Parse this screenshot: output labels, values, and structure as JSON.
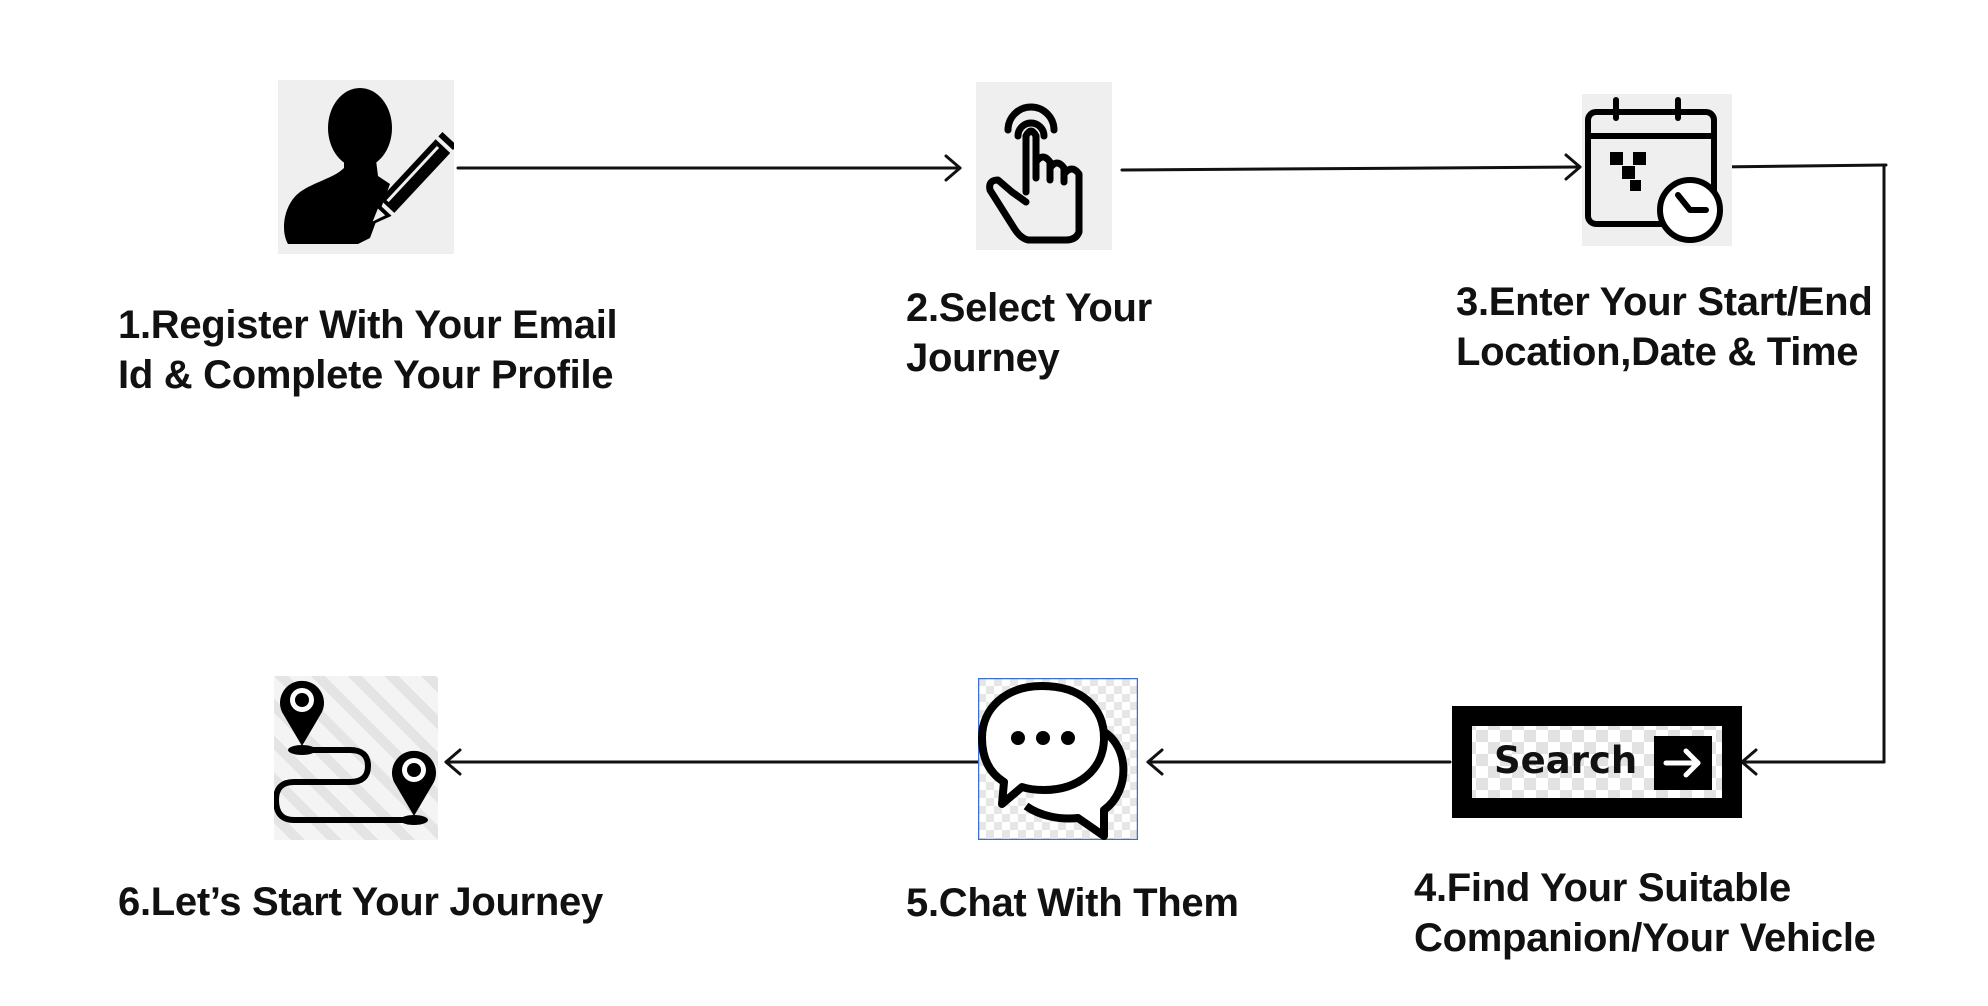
{
  "steps": [
    {
      "id": "register",
      "icon": "user-edit-icon",
      "lines": [
        "1.Register With Your Email",
        "Id & Complete Your Profile"
      ]
    },
    {
      "id": "select-journey",
      "icon": "tap-hand-icon",
      "lines": [
        "2.Select Your",
        "Journey"
      ]
    },
    {
      "id": "enter-details",
      "icon": "calendar-clock-icon",
      "lines": [
        "3.Enter Your Start/End",
        "Location,Date & Time"
      ]
    },
    {
      "id": "find-companion",
      "icon": "search-button-icon",
      "lines": [
        "4.Find Your Suitable",
        "Companion/Your Vehicle"
      ]
    },
    {
      "id": "chat",
      "icon": "chat-bubbles-icon",
      "lines": [
        "5.Chat With Them"
      ]
    },
    {
      "id": "start-journey",
      "icon": "route-map-icon",
      "lines": [
        "6.Let’s Start Your Journey"
      ]
    }
  ],
  "search_icon_text": "Search",
  "colors": {
    "ink": "#111111",
    "icon_bg": "#efefef"
  }
}
